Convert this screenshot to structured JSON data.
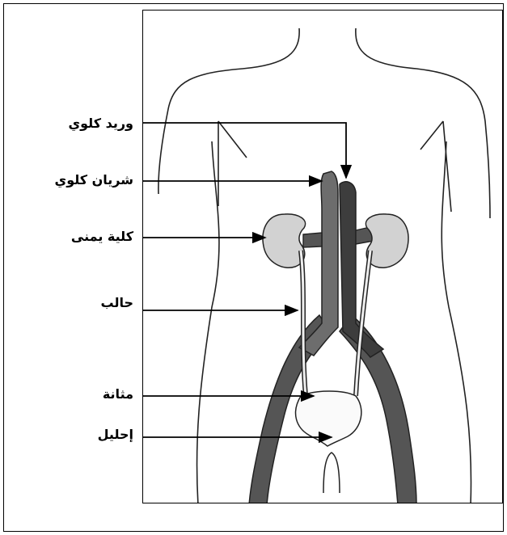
{
  "labels": {
    "renal_vein": "وريد كلوي",
    "renal_artery": "شريان كلوي",
    "right_kidney": "كلية يمنى",
    "ureter": "حالب",
    "bladder": "مثانة",
    "urethra": "إحليل"
  }
}
